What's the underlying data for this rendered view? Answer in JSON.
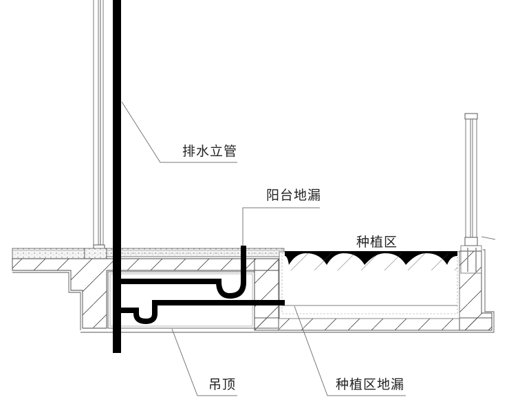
{
  "diagram": {
    "type": "balcony drainage section detail",
    "labels": {
      "drain_riser": "排水立管",
      "balcony_floor_drain": "阳台地漏",
      "planting_area": "种植区",
      "suspended_ceiling": "吊顶",
      "planting_area_floor_drain": "种植区地漏"
    },
    "colors": {
      "line": "#555555",
      "pipe": "#000000",
      "background": "#ffffff",
      "hatch": "#444444"
    }
  }
}
